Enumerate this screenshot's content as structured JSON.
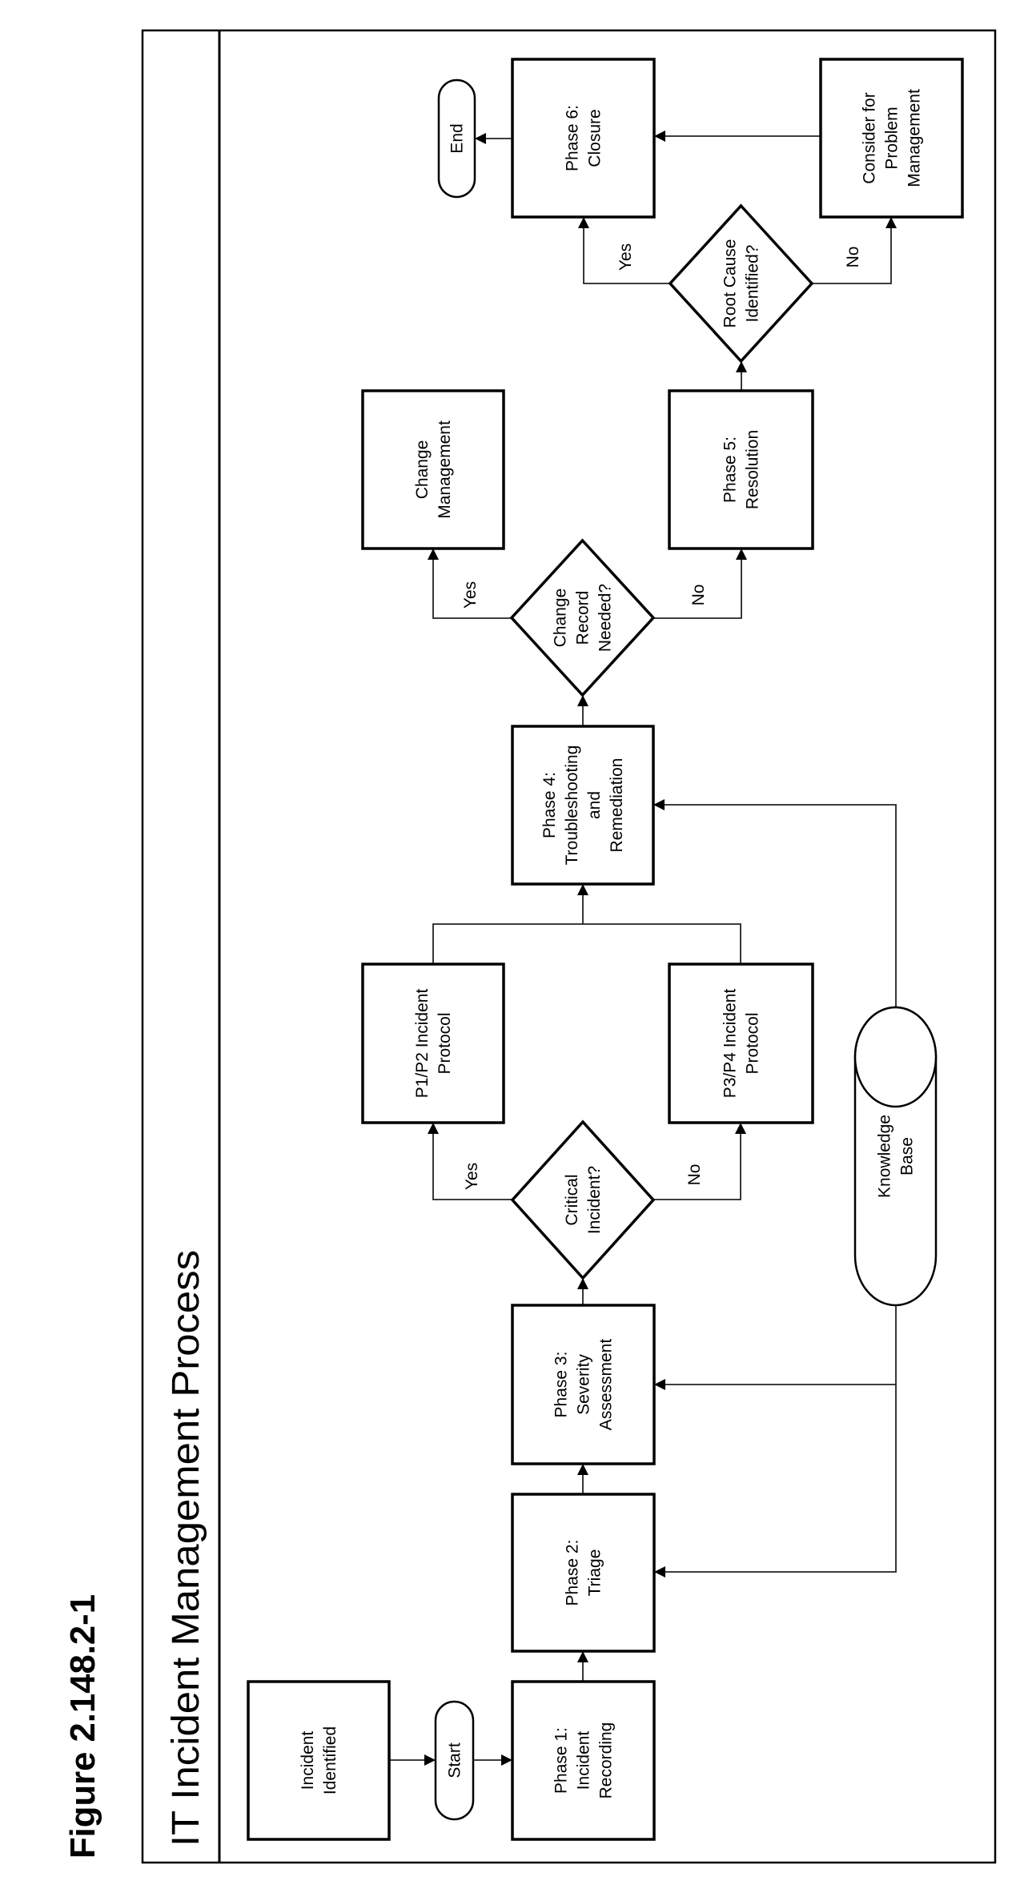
{
  "figure_label": "Figure 2.148.2-1",
  "title": "IT Incident Management Process",
  "nodes": {
    "incident_identified": {
      "type": "process",
      "lines": [
        "Incident",
        "Identified"
      ]
    },
    "start": {
      "type": "terminal",
      "lines": [
        "Start"
      ]
    },
    "phase1": {
      "type": "process",
      "lines": [
        "Phase 1:",
        "Incident",
        "Recording"
      ]
    },
    "phase2": {
      "type": "process",
      "lines": [
        "Phase 2:",
        "Triage"
      ]
    },
    "phase3": {
      "type": "process",
      "lines": [
        "Phase 3:",
        "Severity",
        "Assessment"
      ]
    },
    "critical": {
      "type": "decision",
      "lines": [
        "Critical",
        "Incident?"
      ]
    },
    "p1p2": {
      "type": "process",
      "lines": [
        "P1/P2 Incident",
        "Protocol"
      ]
    },
    "p3p4": {
      "type": "process",
      "lines": [
        "P3/P4 Incident",
        "Protocol"
      ]
    },
    "knowledge_base": {
      "type": "database",
      "lines": [
        "Knowledge",
        "Base"
      ]
    },
    "phase4": {
      "type": "process",
      "lines": [
        "Phase 4:",
        "Troubleshooting",
        "and",
        "Remediation"
      ]
    },
    "change_record": {
      "type": "decision",
      "lines": [
        "Change",
        "Record",
        "Needed?"
      ]
    },
    "change_mgmt": {
      "type": "process",
      "lines": [
        "Change",
        "Management"
      ]
    },
    "phase5": {
      "type": "process",
      "lines": [
        "Phase 5:",
        "Resolution"
      ]
    },
    "root_cause": {
      "type": "decision",
      "lines": [
        "Root Cause",
        "Identified?"
      ]
    },
    "phase6": {
      "type": "process",
      "lines": [
        "Phase 6:",
        "Closure"
      ]
    },
    "problem_mgmt": {
      "type": "process",
      "lines": [
        "Consider for",
        "Problem",
        "Management"
      ]
    },
    "end": {
      "type": "terminal",
      "lines": [
        "End"
      ]
    }
  },
  "edges": [
    {
      "from": "incident_identified",
      "to": "start"
    },
    {
      "from": "start",
      "to": "phase1"
    },
    {
      "from": "phase1",
      "to": "phase2"
    },
    {
      "from": "phase2",
      "to": "phase3"
    },
    {
      "from": "phase3",
      "to": "critical"
    },
    {
      "from": "critical",
      "to": "p1p2",
      "label": "Yes"
    },
    {
      "from": "critical",
      "to": "p3p4",
      "label": "No"
    },
    {
      "from": "p1p2",
      "to": "phase4"
    },
    {
      "from": "p3p4",
      "to": "phase4"
    },
    {
      "from": "knowledge_base",
      "to": "phase2"
    },
    {
      "from": "knowledge_base",
      "to": "phase3"
    },
    {
      "from": "knowledge_base",
      "to": "phase4"
    },
    {
      "from": "phase4",
      "to": "change_record"
    },
    {
      "from": "change_record",
      "to": "change_mgmt",
      "label": "Yes"
    },
    {
      "from": "change_record",
      "to": "phase5",
      "label": "No"
    },
    {
      "from": "phase5",
      "to": "root_cause"
    },
    {
      "from": "root_cause",
      "to": "phase6",
      "label": "Yes"
    },
    {
      "from": "root_cause",
      "to": "problem_mgmt",
      "label": "No"
    },
    {
      "from": "problem_mgmt",
      "to": "phase6"
    },
    {
      "from": "phase6",
      "to": "end"
    }
  ]
}
